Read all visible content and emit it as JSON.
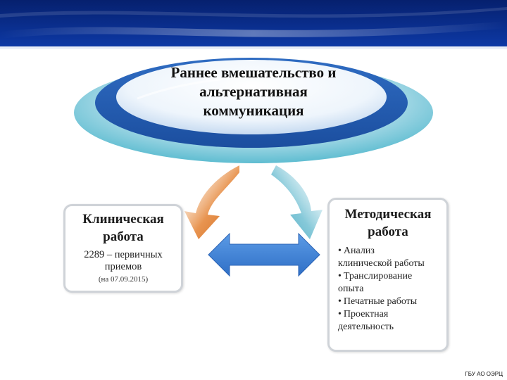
{
  "top_node": {
    "title": "Раннее вмешательство и альтернативная коммуникация",
    "lines": [
      "Раннее вмешательство и",
      "альтернативная",
      "коммуникация"
    ]
  },
  "left_box": {
    "title_lines": [
      "Клиническая",
      "работа"
    ],
    "count_lines": [
      "2289 – первичных",
      "приемов"
    ],
    "date": "(на 07.09.2015)"
  },
  "right_box": {
    "title_lines": [
      "Методическая",
      "работа"
    ],
    "items": [
      [
        "Анализ",
        "клинической работы"
      ],
      [
        "Транслирование",
        "опыта"
      ],
      [
        "Печатные работы"
      ],
      [
        "Проектная",
        "деятельность"
      ]
    ]
  },
  "footer": "ГБУ АО ОЭРЦ",
  "colors": {
    "header_blue": "#0b2a8a",
    "ellipse_blue": "#2e6ec5",
    "ellipse_ring": "#5fc0d5",
    "arrow_orange": "#d9782c",
    "arrow_teal": "#64b4c8",
    "double_arrow": "#3f86d8",
    "box_border": "#cfd3d8"
  }
}
